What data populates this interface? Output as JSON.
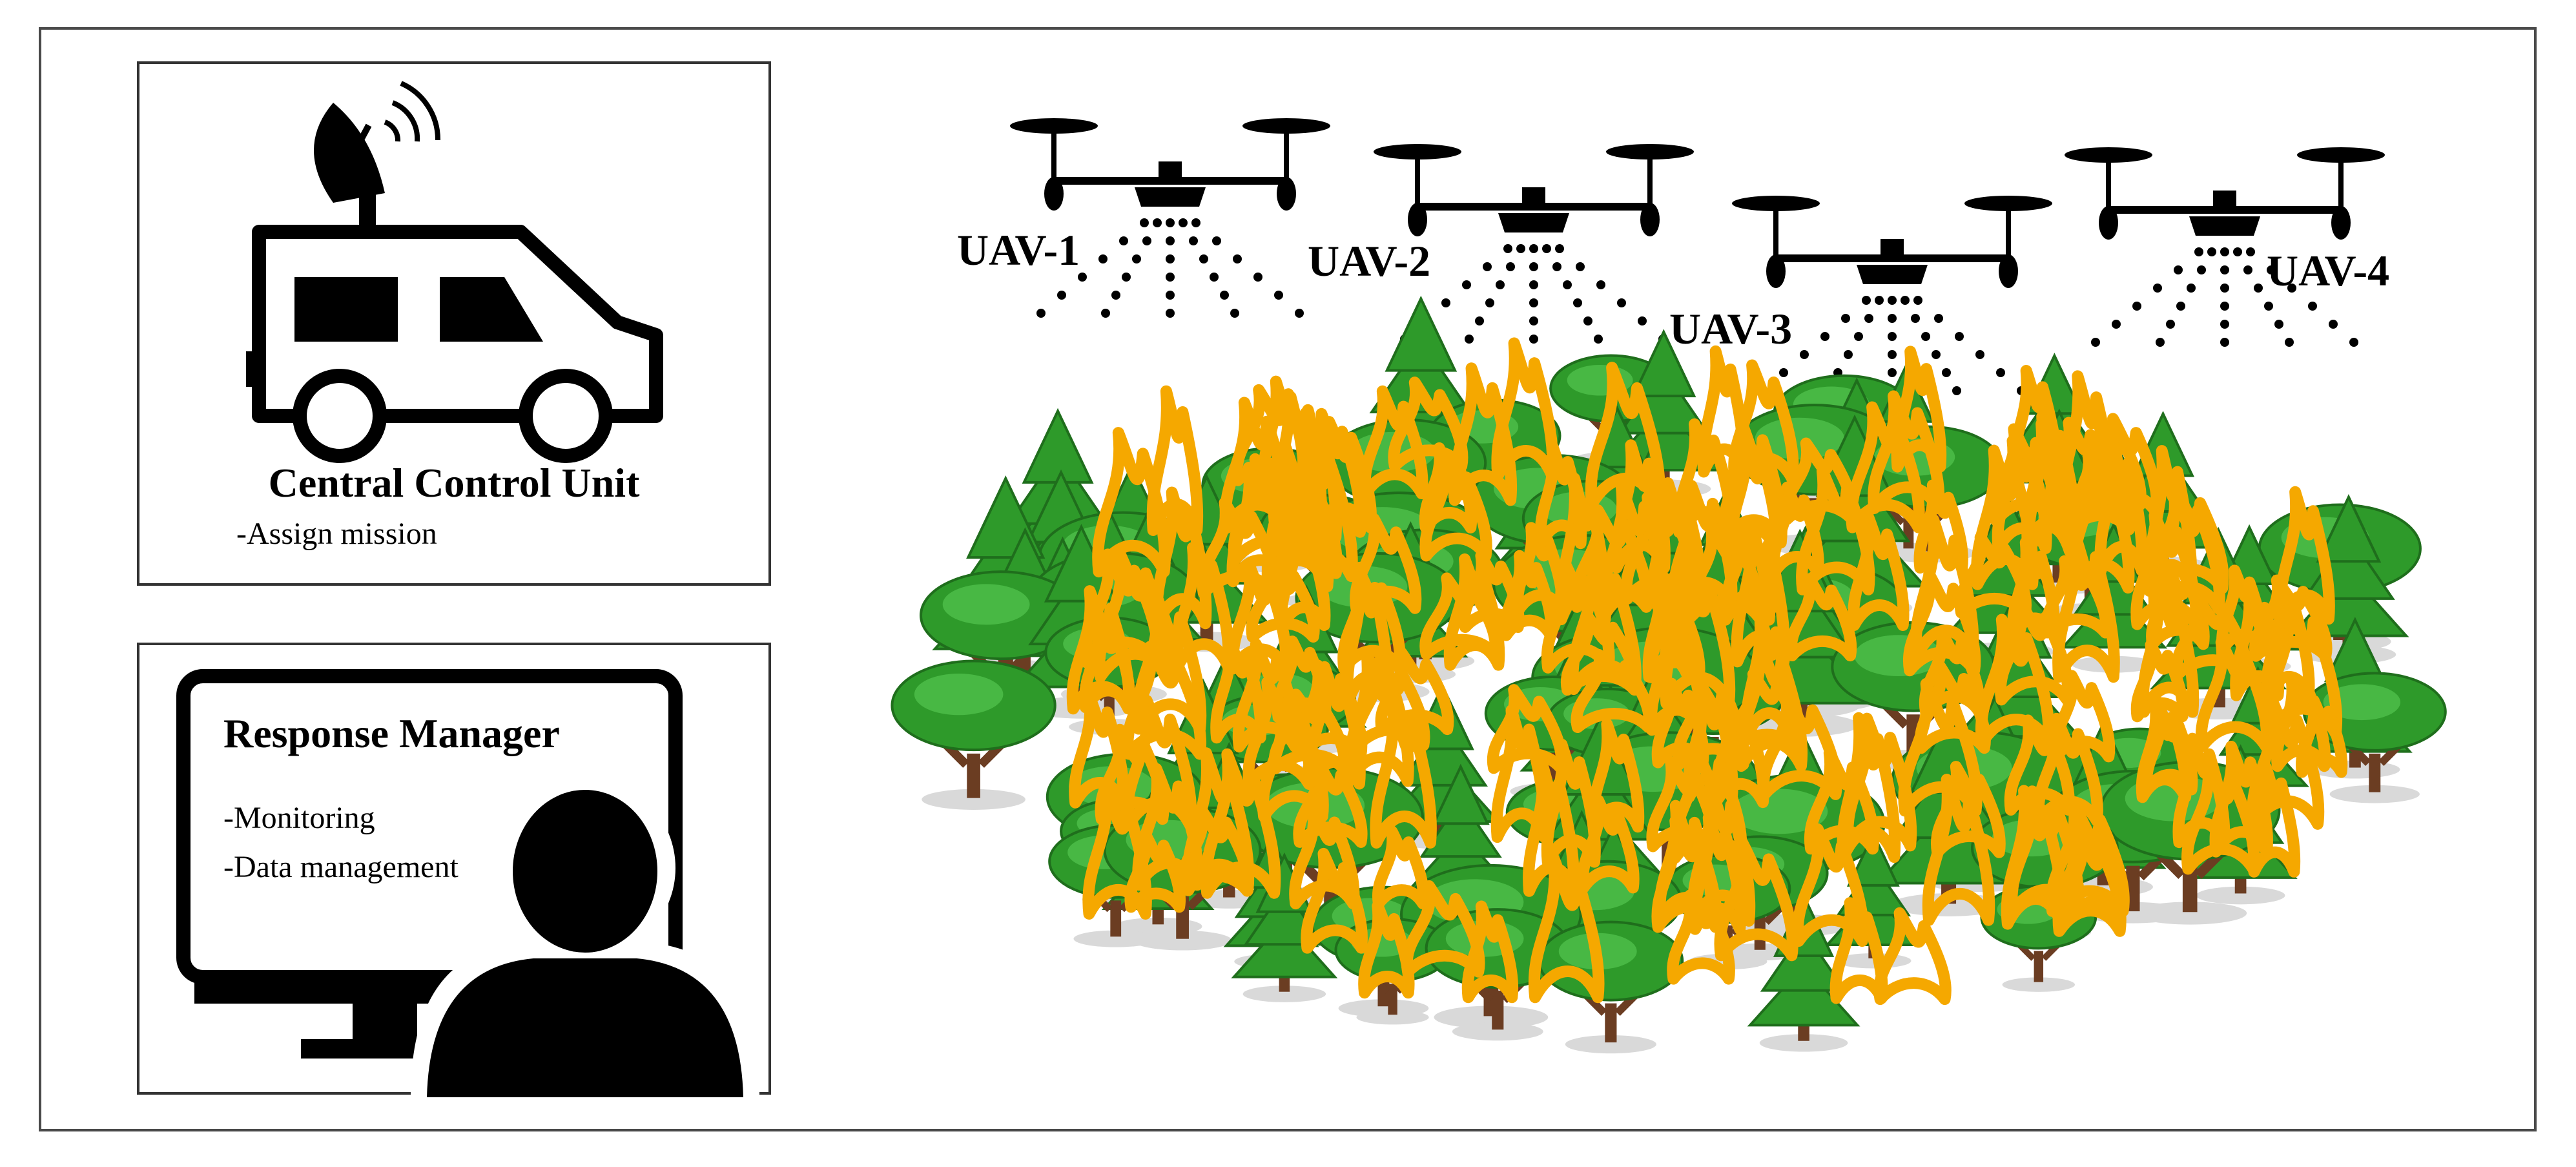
{
  "central_control": {
    "title": "Central Control Unit",
    "task": "-Assign mission",
    "icon": "van-satellite-icon"
  },
  "response_manager": {
    "title": "Response Manager",
    "tasks": [
      "-Monitoring",
      "-Data management"
    ],
    "icon": "monitor-person-icon"
  },
  "uavs": [
    {
      "label": "UAV-1"
    },
    {
      "label": "UAV-2"
    },
    {
      "label": "UAV-3"
    },
    {
      "label": "UAV-4"
    }
  ],
  "colors": {
    "tree_green": "#2e9a2a",
    "tree_dark": "#1f6e1c",
    "trunk": "#6b3d22",
    "fire": "#f5a800",
    "ink": "#000000"
  }
}
